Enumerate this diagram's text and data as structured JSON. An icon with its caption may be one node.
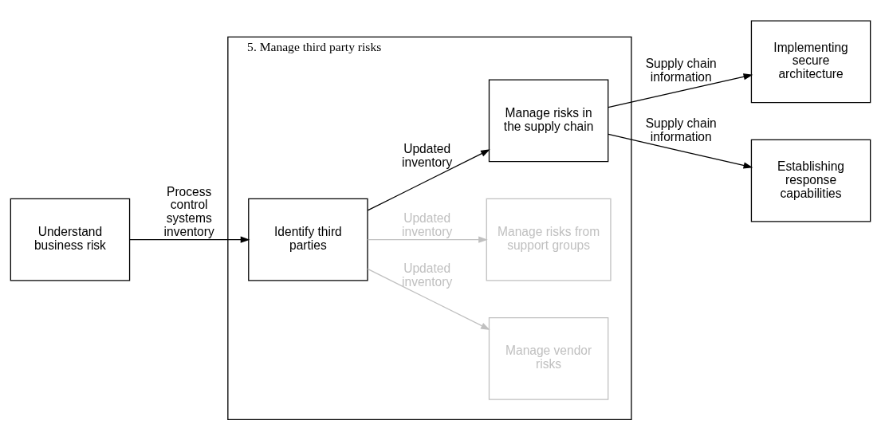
{
  "diagram": {
    "nodes": [
      {
        "text": [
          "5. Manage third party risks"
        ]
      },
      {
        "text": [
          "Understand business risk"
        ]
      },
      {
        "text": [
          "Identify third parties"
        ],
        "in": 0
      },
      {
        "text": [
          "Manage vendor risks"
        ],
        "in": 0
      },
      {
        "text": [
          "Manage risks from support groups"
        ],
        "in": 0
      },
      {
        "text": [
          "Manage risks in the supply chain"
        ],
        "in": 0
      },
      {
        "text": [
          "Implementing secure architecture"
        ]
      },
      {
        "text": [
          "Establishing response capabilities"
        ]
      }
    ],
    "edges": [
      {
        "from": 1,
        "to": 2,
        "arrow": "to",
        "label": "Process control systems inventory"
      },
      {
        "from": 2,
        "to": 3,
        "arrow": "to",
        "label": "Updated inventory",
        "color": "#c0c0c0"
      },
      {
        "from": 2,
        "to": 4,
        "arrow": "to",
        "label": "Updated inventory",
        "color": "#c0c0c0"
      },
      {
        "from": 2,
        "to": 5,
        "arrow": "to",
        "label": "Updated inventory"
      },
      {
        "from": 5,
        "to": 6,
        "arrow": "to",
        "label": "Supply chain information"
      },
      {
        "from": 5,
        "to": 7,
        "arrow": "to",
        "label": "Supply chain information"
      }
    ]
  }
}
